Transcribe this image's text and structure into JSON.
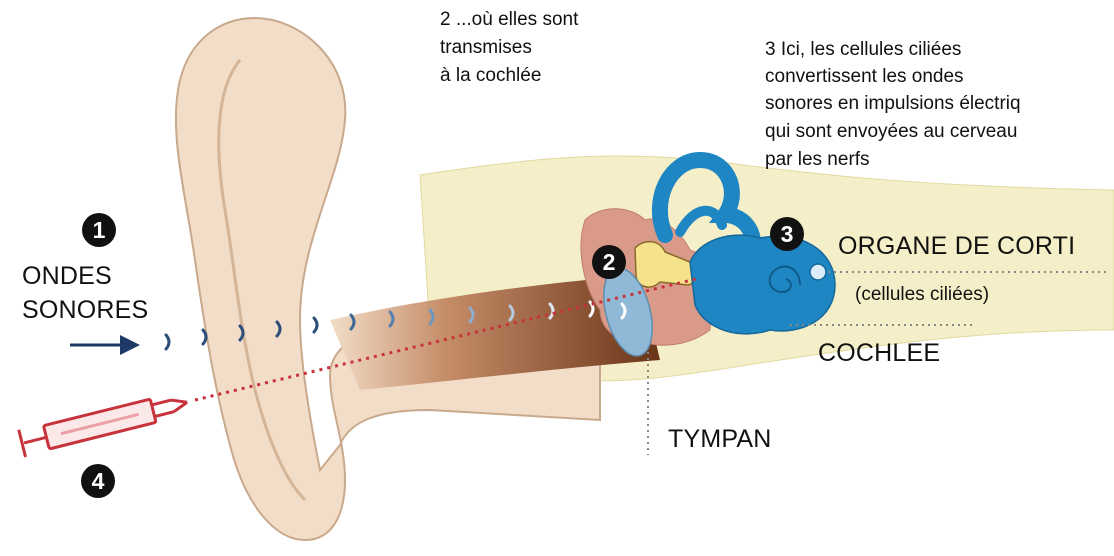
{
  "labels": {
    "step1_number": "1",
    "step1_text_line1": "ONDES",
    "step1_text_line2": "SONORES",
    "step2_number": "2",
    "step2_text_line1": "2 ...où elles sont",
    "step2_text_line2": "transmises",
    "step2_text_line3": "à la cochlée",
    "step3_number": "3",
    "step3_text_line1": "3 Ici, les cellules ciliées",
    "step3_text_line2": "convertissent les ondes",
    "step3_text_line3": "sonores en impulsions électriq",
    "step3_text_line4": "qui sont envoyées au cerveau",
    "step3_text_line5": "par les nerfs",
    "step4_number": "4",
    "organ_corti": "ORGANE DE CORTI",
    "organ_corti_sub": "(cellules ciliées)",
    "cochlea": "COCHLEE",
    "eardrum": "TYMPAN"
  },
  "colors": {
    "skin": "#f2ddc8",
    "skin_outline": "#c9a98c",
    "bone": "#f4efc8",
    "canal": "#7a3f22",
    "cochlea_blue": "#1f86c4",
    "eardrum_blue": "#8fb9d6",
    "tissue_pink": "#d99a8a",
    "wave_blue": "#2d4f7a",
    "arrow_navy": "#1d3a66",
    "syringe_red": "#c8323a",
    "dotted_line_gray": "#888888"
  },
  "icons": {
    "arrow": "arrow-right-icon",
    "syringe": "syringe-icon",
    "sound_wave": "sound-wave-icon"
  }
}
